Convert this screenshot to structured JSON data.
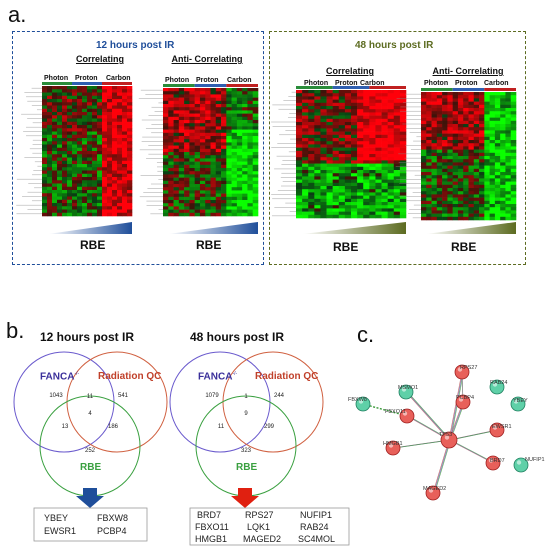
{
  "panel_a": {
    "letter": "a.",
    "left_box": {
      "title": "12 hours post IR",
      "correlating": "Correlating",
      "anti_correlating": "Anti- Correlating",
      "columns": [
        "Photon",
        "Proton",
        "Carbon"
      ],
      "rbe": "RBE",
      "accent": "#1f4e9a"
    },
    "right_box": {
      "title": "48 hours post IR",
      "correlating": "Correlating",
      "anti_correlating": "Anti- Correlating",
      "columns": [
        "Photon",
        "Proton",
        "Carbon"
      ],
      "rbe": "RBE",
      "accent": "#5c6b20"
    }
  },
  "panel_b": {
    "letter": "b.",
    "venn_12": {
      "title": "12 hours post IR",
      "fanca": "FANCA",
      "fanca_sup": "-/-",
      "radiation_qc": "Radiation QC",
      "rbe": "RBE",
      "counts": {
        "fanca_only": "1043",
        "fanca_qc": "11",
        "qc_only": "541",
        "center": "4",
        "fanca_rbe": "13",
        "qc_rbe": "186",
        "rbe_only": "252"
      },
      "genes": [
        "YBEY",
        "FBXW8",
        "EWSR1",
        "PCBP4"
      ],
      "arrow_color": "#1f4e9a"
    },
    "venn_48": {
      "title": "48 hours post IR",
      "fanca": "FANCA",
      "fanca_sup": "-/-",
      "radiation_qc": "Radiation QC",
      "rbe": "RBE",
      "counts": {
        "fanca_only": "1079",
        "fanca_qc": "1",
        "qc_only": "244",
        "center": "9",
        "fanca_rbe": "11",
        "qc_rbe": "299",
        "rbe_only": "323"
      },
      "genes": [
        "BRD7",
        "RPS27",
        "NUFIP1",
        "FBXO11",
        "LQK1",
        "RAB24",
        "HMGB1",
        "MAGED2",
        "SC4MOL"
      ],
      "arrow_color": "#e02010"
    }
  },
  "panel_c": {
    "letter": "c.",
    "nodes": [
      {
        "label": "RPS27",
        "color": "red"
      },
      {
        "label": "RAB24",
        "color": "green"
      },
      {
        "label": "MSMO1",
        "color": "green"
      },
      {
        "label": "FBXW8",
        "color": "green"
      },
      {
        "label": "PCBP4",
        "color": "red"
      },
      {
        "label": "YBEY",
        "color": "green"
      },
      {
        "label": "FBXO11",
        "color": "red"
      },
      {
        "label": "TP53",
        "color": "red"
      },
      {
        "label": "EWSR1",
        "color": "red"
      },
      {
        "label": "HMGB1",
        "color": "red"
      },
      {
        "label": "BRD7",
        "color": "red"
      },
      {
        "label": "MAGED2",
        "color": "red"
      },
      {
        "label": "NUFIP1",
        "color": "green"
      }
    ]
  }
}
